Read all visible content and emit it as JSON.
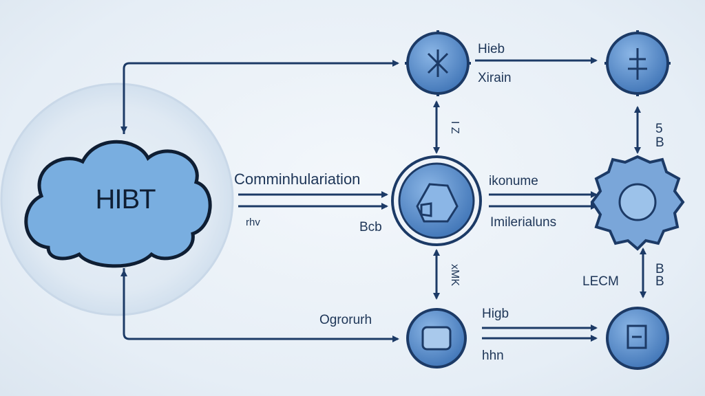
{
  "hub": {
    "label": "HIBT"
  },
  "labels": {
    "comm": "Comminhulariation",
    "rhv": "rhv",
    "bcb": "Bcb",
    "ogrorurh": "Ogrorurh",
    "hieb": "Hieb",
    "xirain": "Xirain",
    "ikonume": "ikonume",
    "imilerialuns": "Imilerialuns",
    "high": "Higb",
    "hhn": "hhn",
    "top_vertical": "I Z",
    "mid_vertical": "xMK",
    "five_b": "5",
    "five_b2": "B",
    "lecm": "LECM",
    "right_b": "B",
    "right_b2": "B"
  },
  "colors": {
    "node_fill": "#5b8fcf",
    "node_stroke": "#1c3a66",
    "cloud_fill": "#79aee0",
    "arrow": "#1c3a66"
  }
}
